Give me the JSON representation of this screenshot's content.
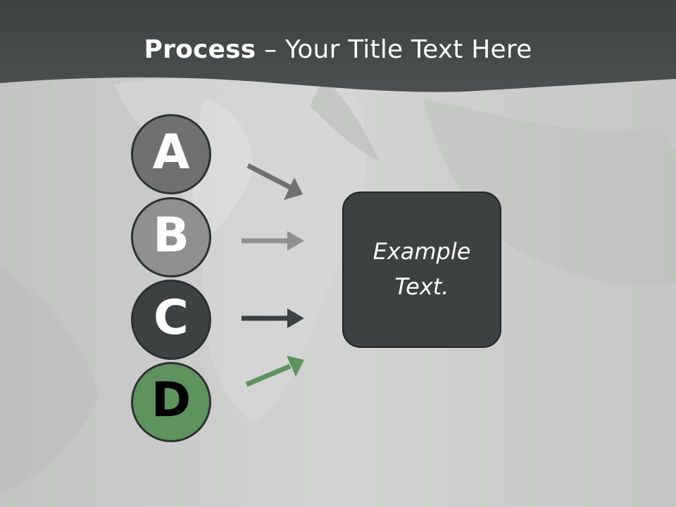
{
  "title": {
    "bold": "Process",
    "rest": " – Your Title Text Here"
  },
  "steps": [
    {
      "letter": "A",
      "color": "#6f706f"
    },
    {
      "letter": "B",
      "color": "#8f908f"
    },
    {
      "letter": "C",
      "color": "#3d4141"
    },
    {
      "letter": "D",
      "color": "#5e9360"
    }
  ],
  "arrow_colors": [
    "#6f706f",
    "#8f908f",
    "#3d4141",
    "#5e9360"
  ],
  "result_box": {
    "line1": "Example",
    "line2": "Text."
  },
  "colors": {
    "header": "#3a3d3d",
    "background": "#c8c9c8",
    "box": "#3e4141"
  }
}
